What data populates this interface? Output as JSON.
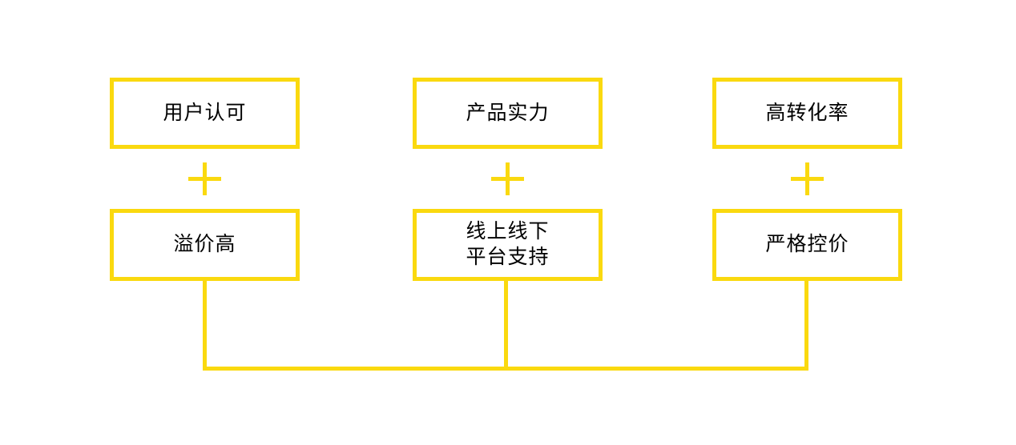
{
  "diagram": {
    "accent_color": "#fad90f",
    "background_color": "#ffffff",
    "text_color": "#000000",
    "columns": [
      {
        "top_box": "用户认可",
        "operator": "+",
        "bottom_box": "溢价高"
      },
      {
        "top_box": "产品实力",
        "operator": "+",
        "bottom_box": "线上线下\n平台支持"
      },
      {
        "top_box": "高转化率",
        "operator": "+",
        "bottom_box": "严格控价"
      }
    ]
  }
}
